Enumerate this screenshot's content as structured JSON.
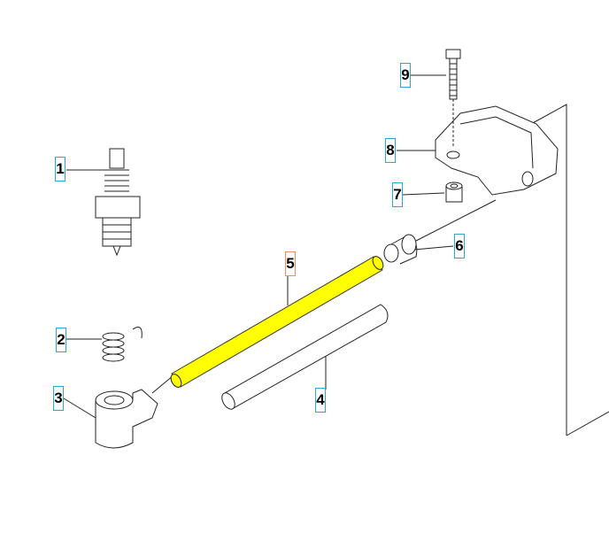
{
  "callouts": [
    {
      "number": "1"
    },
    {
      "number": "2"
    },
    {
      "number": "3"
    },
    {
      "number": "4"
    },
    {
      "number": "5",
      "highlighted": true
    },
    {
      "number": "6"
    },
    {
      "number": "7"
    },
    {
      "number": "8"
    },
    {
      "number": "9"
    }
  ],
  "colors": {
    "highlight_fill": "#ffff00",
    "callout_border": "#29a8d6",
    "selected_border": "#f08a60"
  }
}
